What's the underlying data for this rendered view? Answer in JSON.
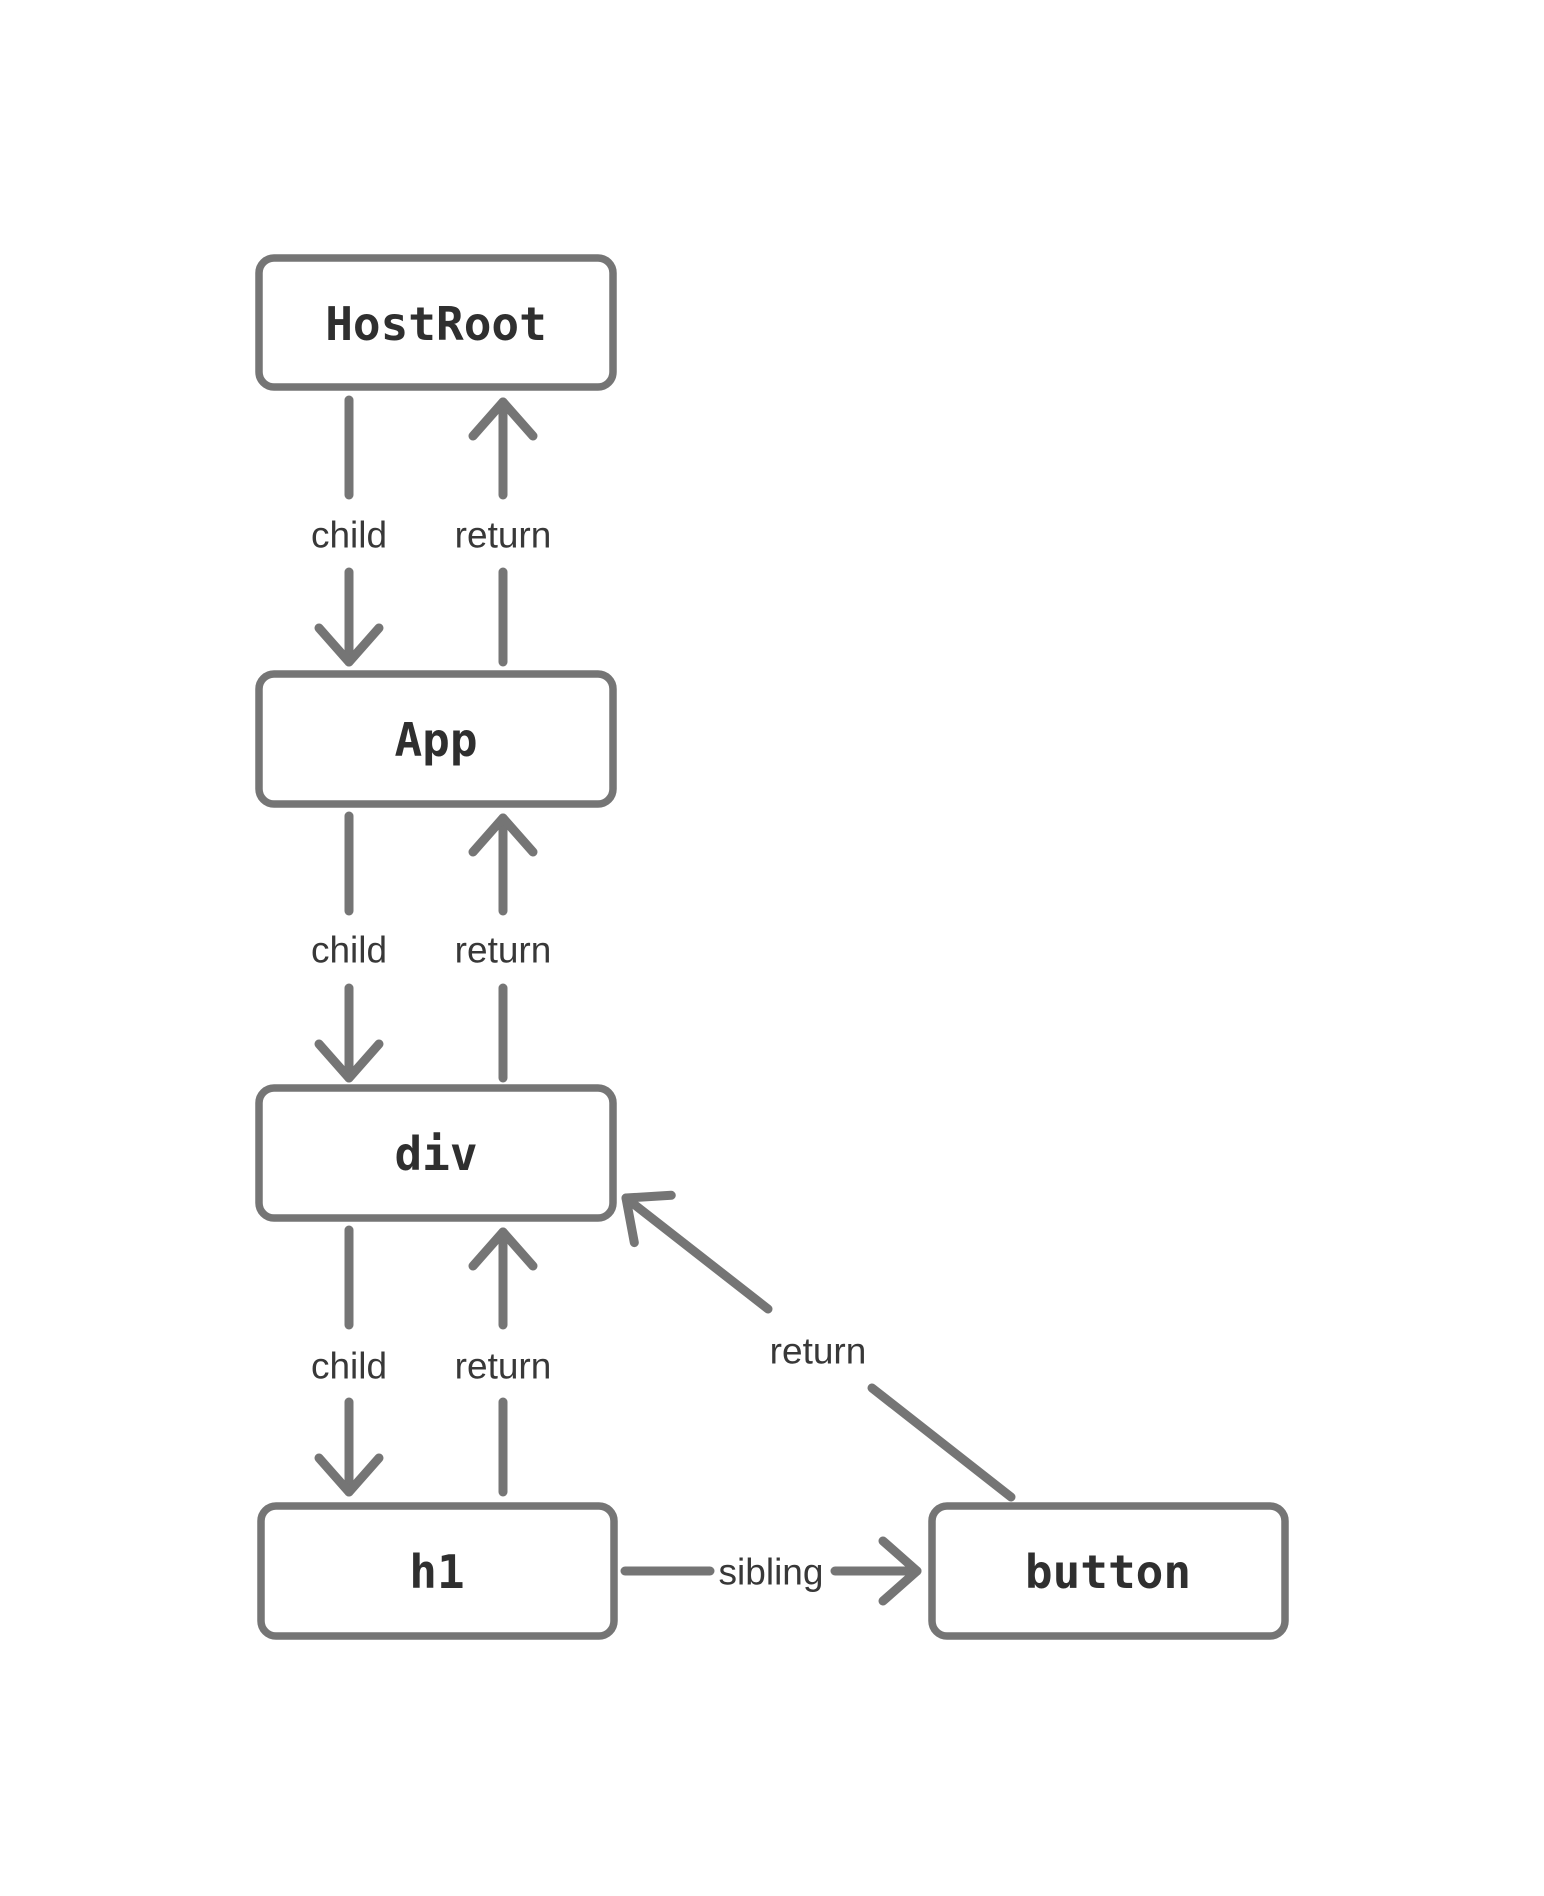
{
  "colors": {
    "line": "#757575",
    "node_border": "#757575",
    "node_fill": "#ffffff",
    "node_text": "#2f2f2f",
    "edge_label_text": "#383838",
    "background": "#ffffff"
  },
  "diagram": {
    "type": "tree",
    "description": "Fiber tree linked-list diagram with child, return and sibling pointers",
    "nodes": [
      {
        "id": "hostroot",
        "label": "HostRoot"
      },
      {
        "id": "app",
        "label": "App"
      },
      {
        "id": "div",
        "label": "div"
      },
      {
        "id": "h1",
        "label": "h1"
      },
      {
        "id": "button",
        "label": "button"
      }
    ],
    "edges": [
      {
        "from": "hostroot",
        "to": "app",
        "type": "child",
        "label": "child"
      },
      {
        "from": "app",
        "to": "hostroot",
        "type": "return",
        "label": "return"
      },
      {
        "from": "app",
        "to": "div",
        "type": "child",
        "label": "child"
      },
      {
        "from": "div",
        "to": "app",
        "type": "return",
        "label": "return"
      },
      {
        "from": "div",
        "to": "h1",
        "type": "child",
        "label": "child"
      },
      {
        "from": "h1",
        "to": "div",
        "type": "return",
        "label": "return"
      },
      {
        "from": "h1",
        "to": "button",
        "type": "sibling",
        "label": "sibling"
      },
      {
        "from": "button",
        "to": "div",
        "type": "return",
        "label": "return"
      }
    ]
  }
}
